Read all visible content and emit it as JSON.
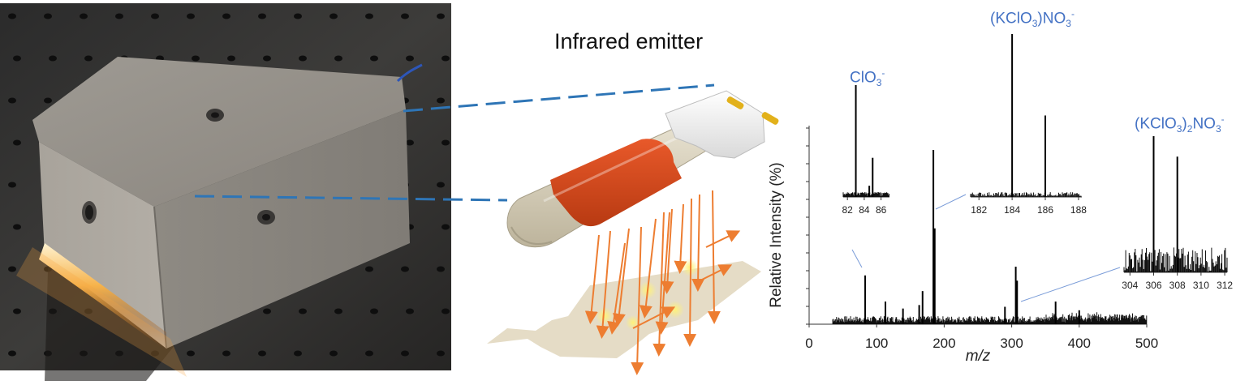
{
  "photo": {
    "description_icon": "photo-of-concrete-block-with-light"
  },
  "emitter": {
    "title": "Infrared emitter",
    "icon": "infrared-emitter-icon"
  },
  "colors": {
    "label_blue": "#4472c4",
    "arrow_orange": "#ed7d31",
    "emitter_red": "#d9481c",
    "emitter_tan": "#ddd6c2",
    "leader_blue": "#2e75b6",
    "sample_tan": "#e5dcc6"
  },
  "chart_data": {
    "type": "line",
    "xlabel": "m/z",
    "ylabel": "Relative Intensity (%)",
    "xlim": [
      0,
      500
    ],
    "xticks": [
      "0",
      "100",
      "200",
      "300",
      "400",
      "500"
    ],
    "peaks": [
      {
        "x": 83,
        "y": 0.28
      },
      {
        "x": 113,
        "y": 0.13
      },
      {
        "x": 139,
        "y": 0.09
      },
      {
        "x": 163,
        "y": 0.11
      },
      {
        "x": 168,
        "y": 0.19
      },
      {
        "x": 184,
        "y": 1.0
      },
      {
        "x": 186,
        "y": 0.55
      },
      {
        "x": 290,
        "y": 0.1
      },
      {
        "x": 306,
        "y": 0.33
      },
      {
        "x": 308,
        "y": 0.25
      },
      {
        "x": 365,
        "y": 0.13
      },
      {
        "x": 400,
        "y": 0.08
      }
    ],
    "annotations": {
      "clo3": {
        "base": "ClO",
        "sub": "3",
        "sup": "-"
      },
      "kclo3_no3": {
        "pre": "(KClO",
        "sub": "3",
        "mid": ")NO",
        "sub2": "3",
        "sup": "-"
      },
      "kclo3_2_no3": {
        "pre": "(KClO",
        "sub": "3",
        "mid": ")",
        "sub2": "2",
        "post": "NO",
        "sub3": "3",
        "sup": "-"
      }
    },
    "insets": [
      {
        "xticks": [
          "82",
          "84",
          "86"
        ],
        "peaks": [
          {
            "x": 83,
            "y": 1.0
          },
          {
            "x": 84.6,
            "y": 0.1
          },
          {
            "x": 85,
            "y": 0.35
          }
        ]
      },
      {
        "xticks": [
          "182",
          "184",
          "186",
          "188"
        ],
        "peaks": [
          {
            "x": 184,
            "y": 1.0
          },
          {
            "x": 186,
            "y": 0.5
          }
        ]
      },
      {
        "xticks": [
          "304",
          "306",
          "308",
          "310",
          "312"
        ],
        "peaks": [
          {
            "x": 306,
            "y": 1.0
          },
          {
            "x": 308,
            "y": 0.85
          }
        ]
      }
    ]
  }
}
